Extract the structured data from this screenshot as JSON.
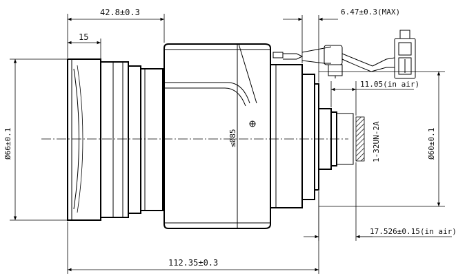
{
  "dimensions": {
    "length_top": "42.8±0.3",
    "offset_15": "15",
    "max_protrusion": "6.47±0.3(MAX)",
    "back_focus_air": "11.05(in air)",
    "front_diameter": "Ø66±0.1",
    "rear_diameter": "Ø60±0.1",
    "body_diameter": "≤Ø85",
    "flange_air": "17.526±0.15(in air)",
    "total_length": "112.35±0.3",
    "mount_label": "1-32UN-2A"
  },
  "colors": {
    "line": "#000000",
    "background": "#ffffff",
    "hatch": "#000000"
  },
  "icons": {
    "center_mark": "plus-in-circle"
  }
}
